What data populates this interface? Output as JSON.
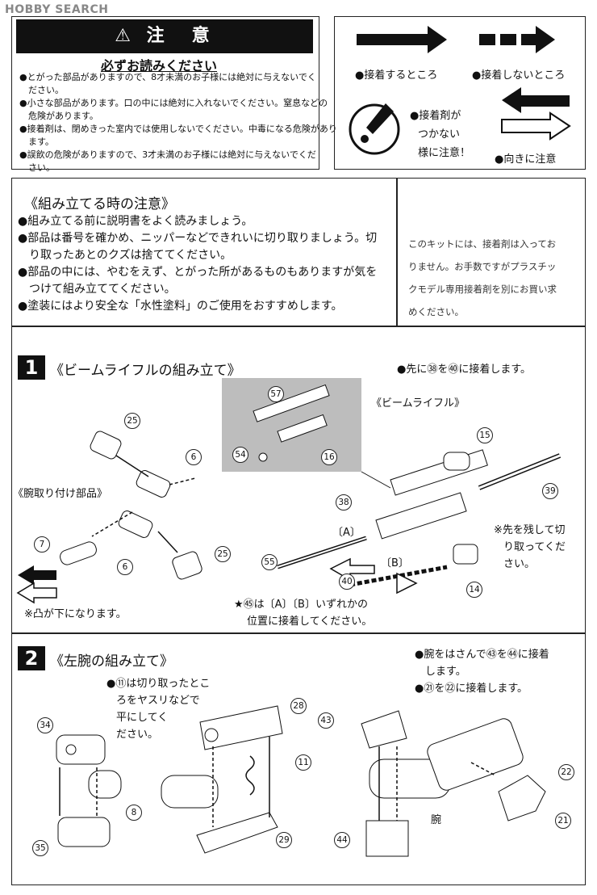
{
  "watermark": "HOBBY SEARCH",
  "warning": {
    "title": "⚠ 注　意",
    "subtitle": "必ずお読みください",
    "items": [
      "●とがった部品がありますので、8才未満のお子様には絶対に与えないでく",
      "　ださい。",
      "●小さな部品があります。口の中には絶対に入れないでください。窒息などの",
      "　危険があります。",
      "●接着剤は、閉めきった室内では使用しないでください。中毒になる危険があり",
      "　ます。",
      "●誤飲の危険がありますので、3才未満のお子様には絶対に与えないでくだ",
      "　さい。"
    ]
  },
  "legend": {
    "glue": "●接着するところ",
    "no_glue": "●接着しないところ",
    "no_glue_caution_lines": [
      "●接着剤が",
      "つかない",
      "様に注意！"
    ],
    "direction": "●向きに注意"
  },
  "assembly_notes": {
    "title": "《組み立てる時の注意》",
    "items": [
      "●組み立てる前に説明書をよく読みましょう。",
      "●部品は番号を確かめ、ニッパーなどできれいに切り取りましょう。切",
      "　り取ったあとのクズは捨ててください。",
      "●部品の中には、やむをえず、とがった所があるものもありますが気を",
      "　つけて組み立ててください。",
      "●塗装にはより安全な「水性塗料」のご使用をおすすめします。"
    ],
    "side_note_lines": [
      "このキットには、接着剤は入ってお",
      "りません。お手数ですがプラスチッ",
      "クモデル専用接着剤を別にお買い求",
      "めください。"
    ]
  },
  "section1": {
    "number": "1",
    "title": "《ビームライフルの組み立て》",
    "note_top": "●先に㊳を㊵に接着します。",
    "rifle_label": "《ビームライフル》",
    "arm_label": "《腕取り付け部品》",
    "label_a": "〔A〕",
    "label_b": "〔B〕",
    "cut_note": [
      "※先を残して切",
      "り取ってくだ",
      "さい。"
    ],
    "bump_note": "※凸が下になります。",
    "star_note": [
      "★㊺は〔A〕〔B〕いずれかの",
      "位置に接着してください。"
    ],
    "parts": [
      "25",
      "6",
      "7",
      "6",
      "25",
      "57",
      "54",
      "16",
      "15",
      "38",
      "39",
      "55",
      "40",
      "14"
    ]
  },
  "section2": {
    "number": "2",
    "title": "《左腕の組み立て》",
    "note_file": [
      "●⑪は切り取ったとこ",
      "ろをヤスリなどで",
      "平にしてく",
      "ださい。"
    ],
    "note_right": [
      "●腕をはさんで㊸を㊹に接着",
      "　します。",
      "●㉑を㉒に接着します。"
    ],
    "arm_word": "腕",
    "parts": [
      "34",
      "8",
      "35",
      "28",
      "11",
      "29",
      "43",
      "44",
      "22",
      "21"
    ]
  }
}
